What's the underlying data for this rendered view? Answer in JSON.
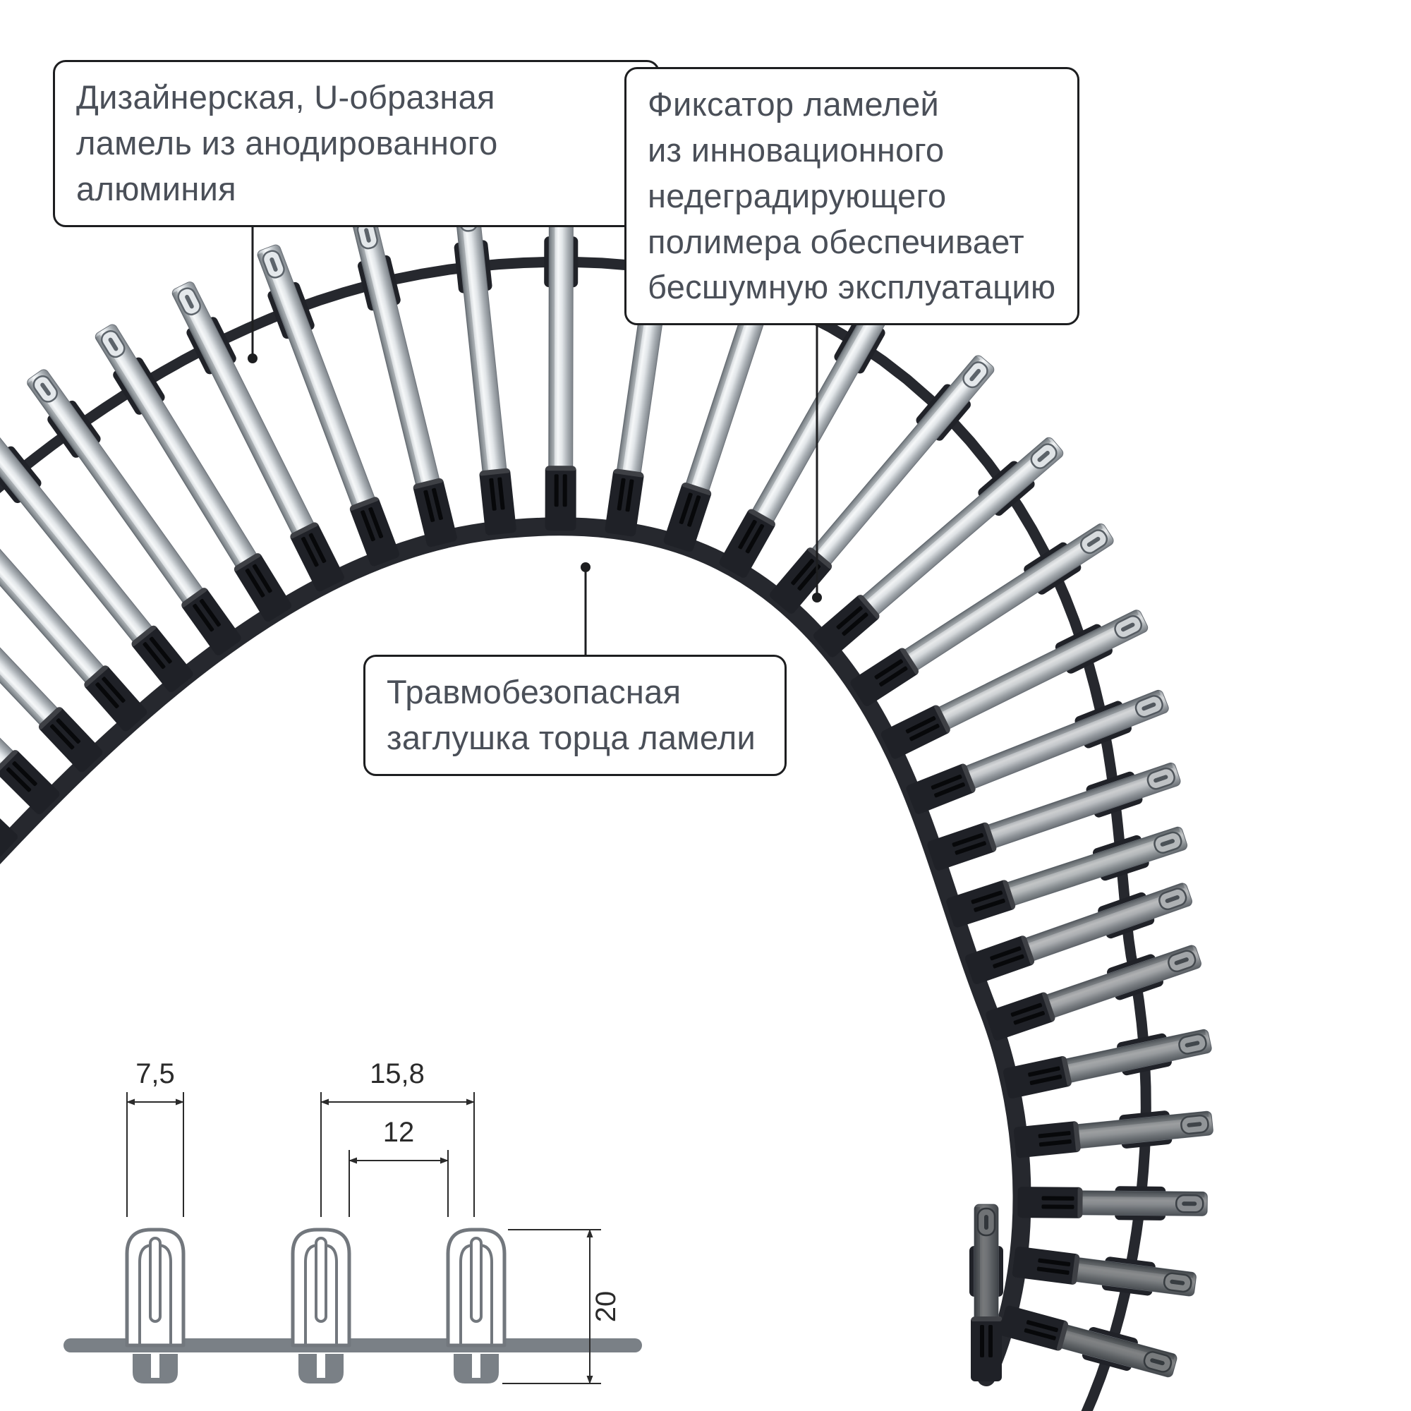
{
  "callouts": {
    "lamella": {
      "lines": [
        "Дизайнерская, U-образная",
        "ламель из анодированного",
        "алюминия"
      ]
    },
    "fixator": {
      "lines": [
        "Фиксатор ламелей",
        "из инновационного",
        "недеградирующего",
        "полимера обеспечивает",
        "бесшумную эксплуатацию"
      ]
    },
    "endcap": {
      "lines": [
        "Травмобезопасная",
        "заглушка торца ламели"
      ]
    }
  },
  "dimension_drawing": {
    "labels": {
      "slot_width": "7,5",
      "pitch": "15,8",
      "gap": "12",
      "height": "20"
    }
  },
  "colors": {
    "metal_light": "#f6f8f9",
    "metal_dark": "#878d93",
    "polymer_band": "#26282e",
    "outline": "#1d1e20",
    "callout_text": "#4a4f58",
    "drawing_gray": "#7a8086"
  }
}
